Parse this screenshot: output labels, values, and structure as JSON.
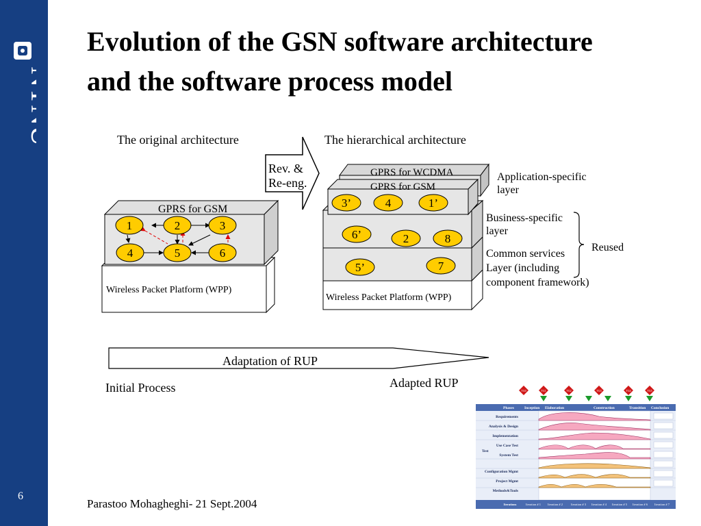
{
  "slide": {
    "title_line1": "Evolution of the GSN software architecture",
    "title_line2": "and the software process model",
    "number": "6",
    "footer": "Parastoo Mohagheghi- 21 Sept.2004",
    "brand": "NTNU"
  },
  "diagram": {
    "left_heading": "The original architecture",
    "right_heading": "The hierarchical architecture",
    "transition_line1": "Rev. &",
    "transition_line2": "Re-eng.",
    "left": {
      "top_layer": "GPRS for GSM",
      "base_layer": "Wireless Packet Platform (WPP)",
      "nodes": [
        "1",
        "2",
        "3",
        "4",
        "5",
        "6"
      ]
    },
    "right": {
      "back_layer": "GPRS for WCDMA",
      "app_layer": "GPRS for GSM",
      "app_nodes": [
        "3’",
        "4",
        "1’"
      ],
      "business_nodes": [
        "6’",
        "2",
        "8"
      ],
      "common_nodes": [
        "5’",
        "7"
      ],
      "base_layer": "Wireless Packet Platform (WPP)"
    },
    "annotations": {
      "app_line1": "Application-specific",
      "app_line2": "layer",
      "business_line1": "Business-specific",
      "business_line2": "layer",
      "common_line1": "Common services",
      "common_line2": "Layer (including",
      "common_line3": "component framework)",
      "reused": "Reused"
    }
  },
  "process": {
    "arrow_label": "Adaptation of RUP",
    "initial": "Initial Process",
    "adapted": "Adapted RUP"
  },
  "rup_chart": {
    "phases": [
      "Phases",
      "Inception",
      "Elaboration",
      "Construction",
      "Transition",
      "Conclusion"
    ],
    "disciplines": [
      "Requirements",
      "Analysis & Design",
      "Implementation",
      "Use Case Test",
      "System Test",
      "Configuration Mgmt",
      "Project Mgmt",
      "Methods&Tools"
    ],
    "test_group": "Test",
    "iterations_label": "Iterations",
    "iterations": [
      "Iteration # 1",
      "Iteration # 2",
      "Iteration # 3",
      "Iteration # 4",
      "Iteration # 5",
      "Iteration # 6",
      "Iteration # 7"
    ],
    "milestones": [
      "TG0",
      "TG1",
      "TG2",
      "TG3",
      "TG4",
      "TG5"
    ]
  },
  "colors": {
    "sidebar": "#163f82",
    "node_fill": "#ffcc00",
    "layer_fill": "#e6e6e6",
    "rup_header": "#4a6bb0"
  }
}
